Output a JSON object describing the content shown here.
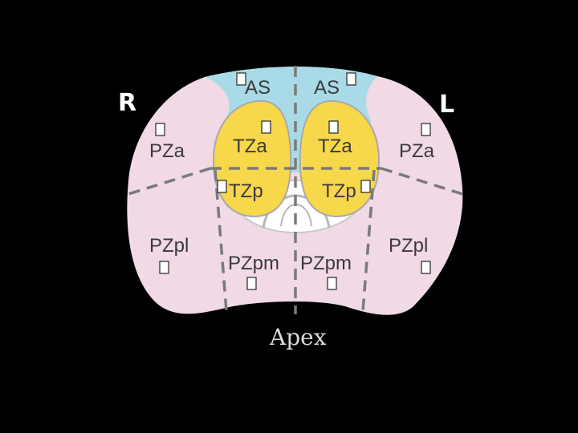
{
  "diagram": {
    "side_right": "R",
    "side_left": "L",
    "apex": "Apex",
    "colors": {
      "background": "#000000",
      "peripheral_zone": "#f1d9e6",
      "anterior_stroma": "#a8dbe7",
      "transition_zone": "#f7d84a",
      "urethra_area": "#ffffff",
      "divider": "#7a7a7a"
    },
    "zones": {
      "as_right": "AS",
      "as_left": "AS",
      "tza_right": "TZa",
      "tza_left": "TZa",
      "tzp_right": "TZp",
      "tzp_left": "TZp",
      "pza_right": "PZa",
      "pza_left": "PZa",
      "pzpl_right": "PZpl",
      "pzpl_left": "PZpl",
      "pzpm_right": "PZpm",
      "pzpm_left": "PZpm"
    }
  }
}
